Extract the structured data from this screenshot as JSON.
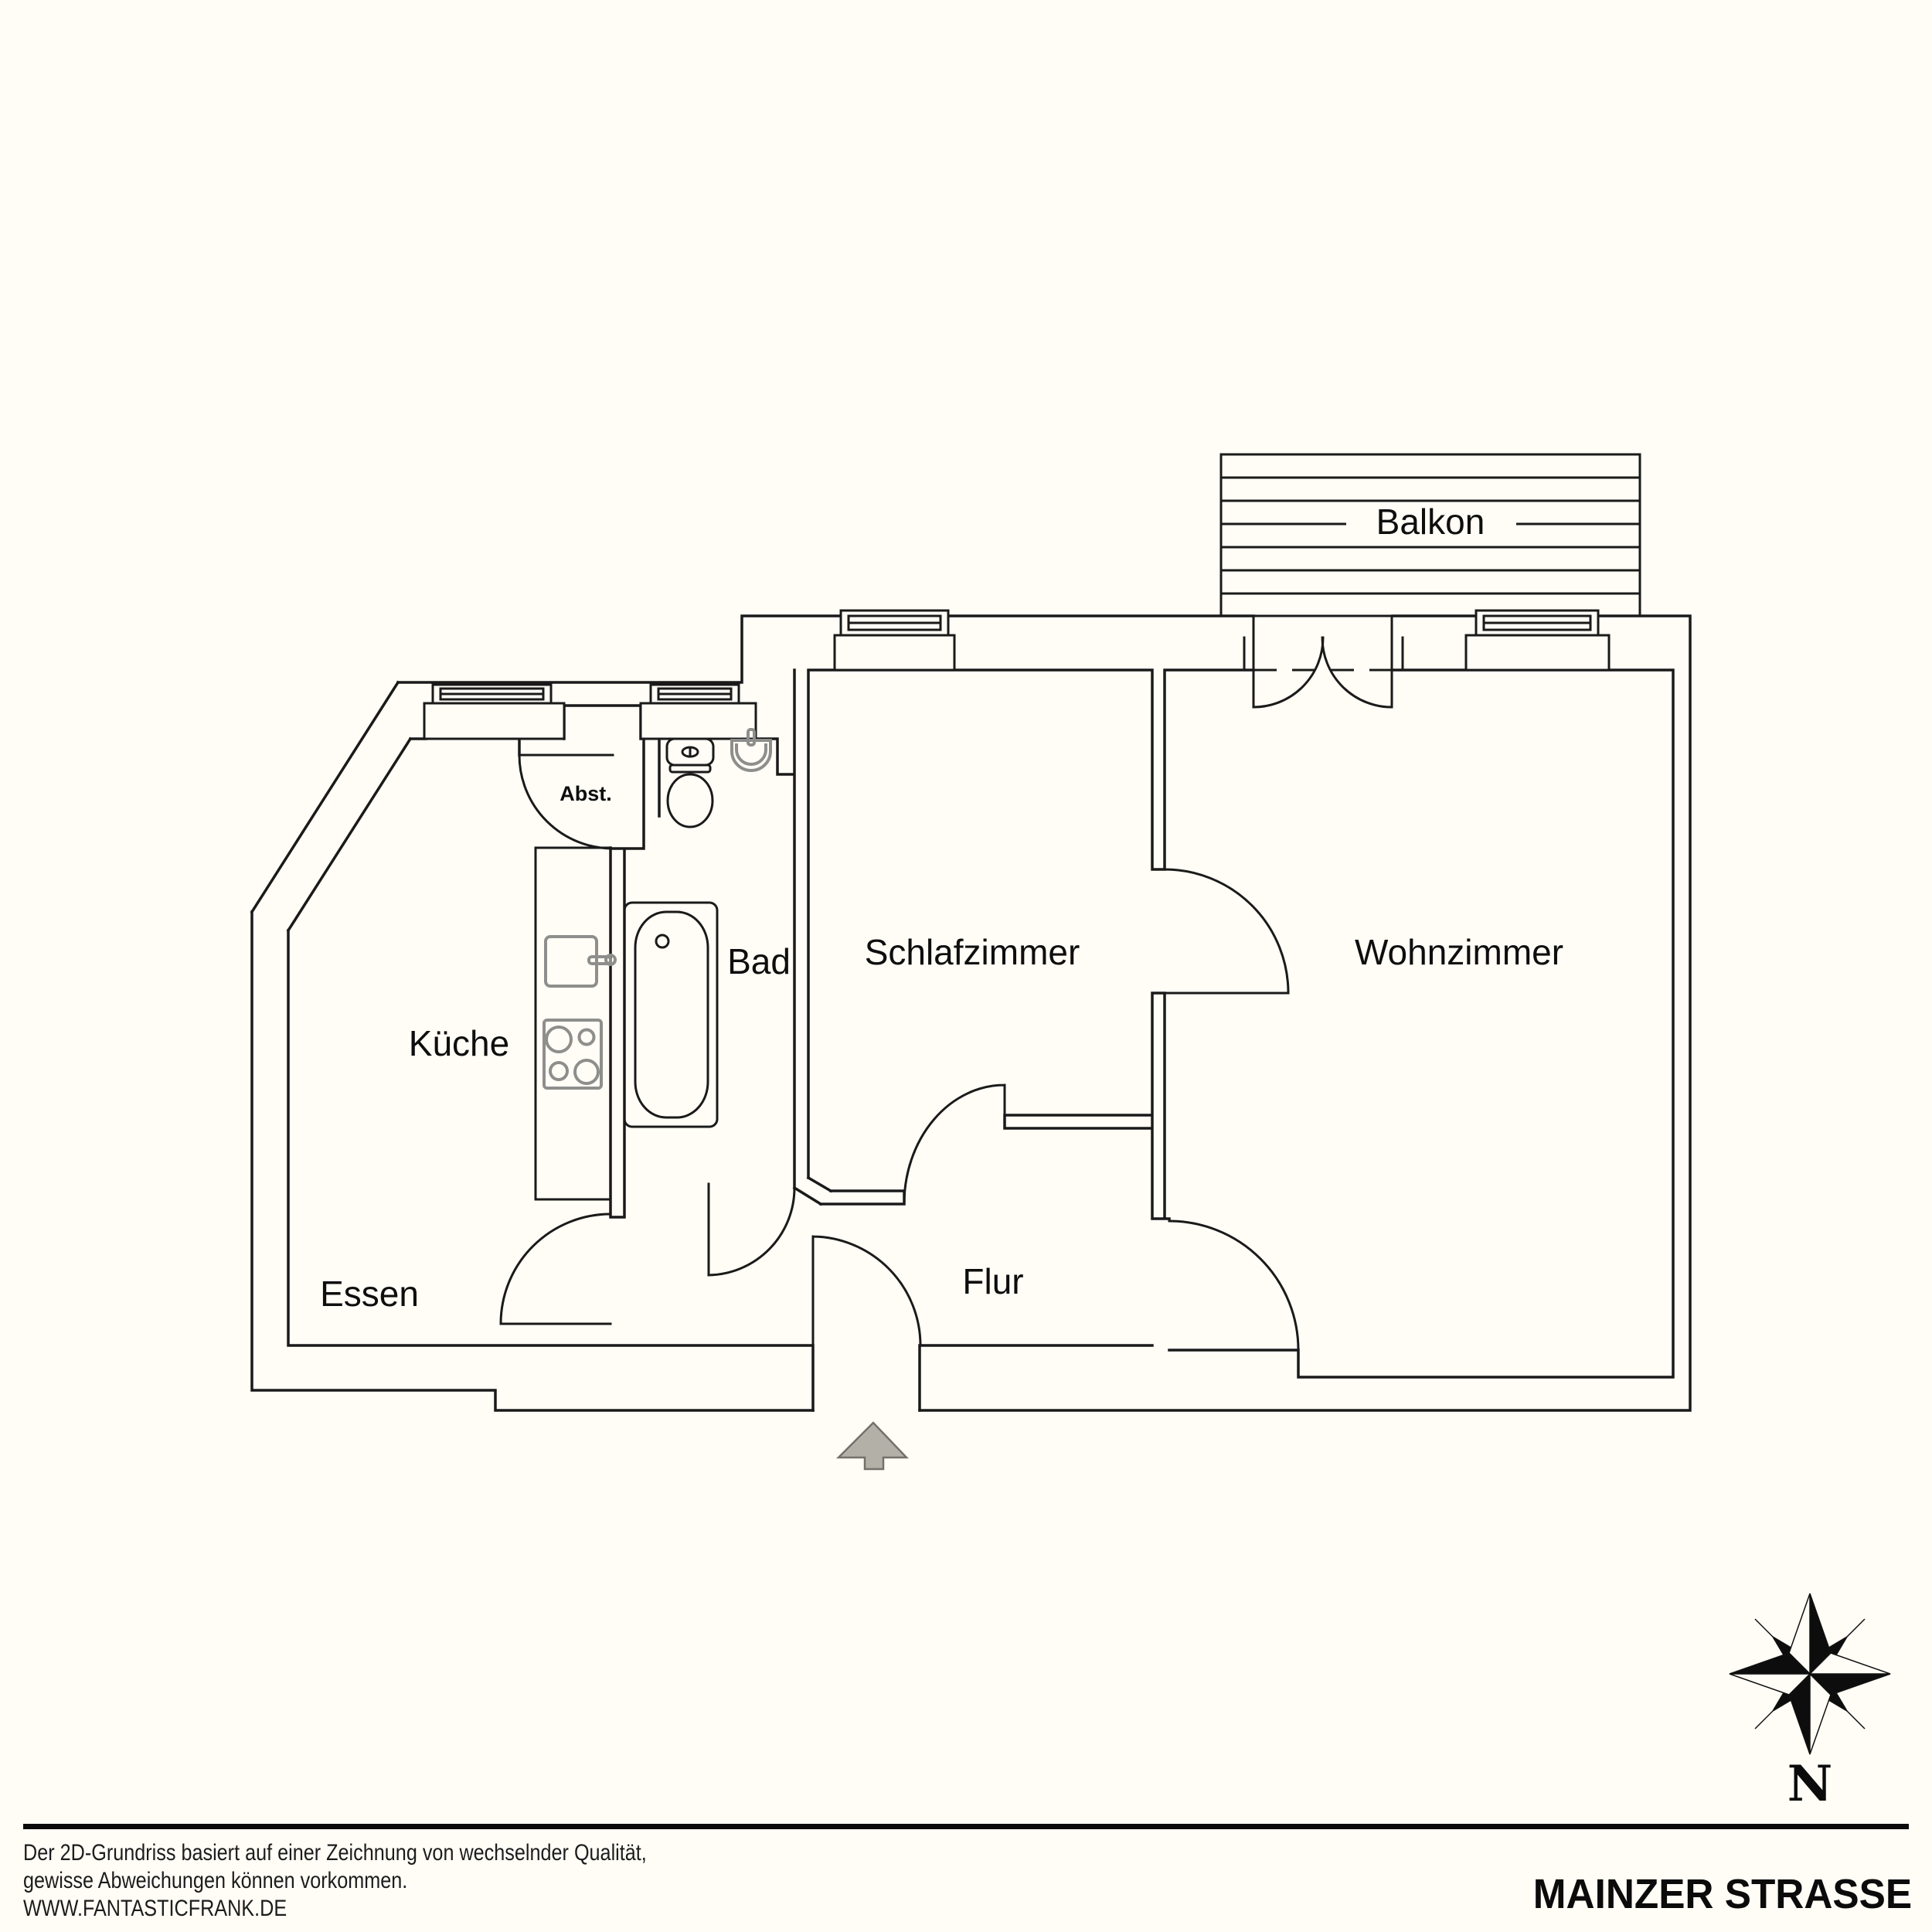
{
  "page": {
    "background_color": "#fffdf6",
    "line_color": "#1a1a1a",
    "fixture_gray": "#8e8e8c",
    "arrow_fill": "#b3b0a7"
  },
  "floorplan": {
    "rooms": [
      {
        "id": "balkon",
        "label": "Balkon"
      },
      {
        "id": "schlafzimmer",
        "label": "Schlafzimmer"
      },
      {
        "id": "wohnzimmer",
        "label": "Wohnzimmer"
      },
      {
        "id": "bad",
        "label": "Bad"
      },
      {
        "id": "kueche",
        "label": "Küche"
      },
      {
        "id": "essen",
        "label": "Essen"
      },
      {
        "id": "flur",
        "label": "Flur"
      },
      {
        "id": "abstellraum",
        "label": "Abst."
      }
    ],
    "compass": {
      "north_label": "N"
    }
  },
  "footer": {
    "disclaimer_line1": "Der 2D-Grundriss basiert auf einer Zeichnung von wechselnder Qualität,",
    "disclaimer_line2": "gewisse Abweichungen können vorkommen.",
    "website": "WWW.FANTASTICFRANK.DE",
    "project_title": "MAINZER STRASSE"
  }
}
